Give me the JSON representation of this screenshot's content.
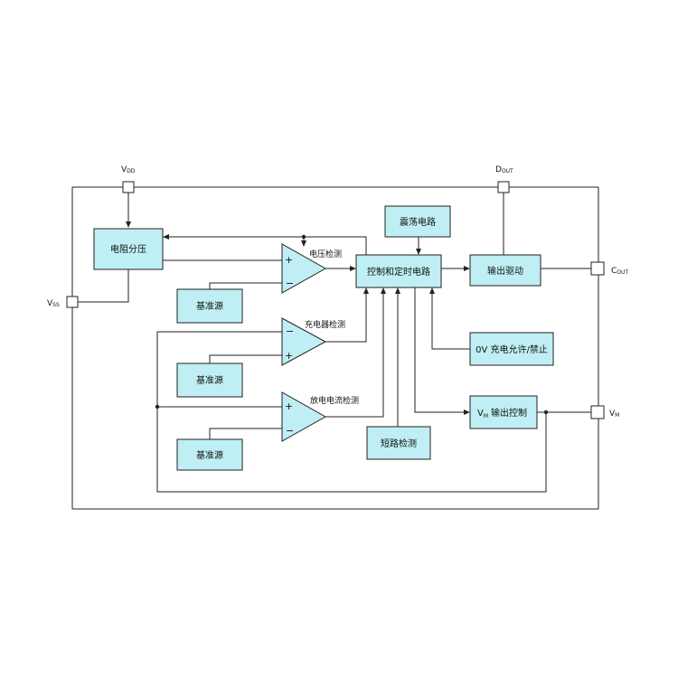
{
  "colors": {
    "block_fill": "#bfeff4",
    "line": "#222222"
  },
  "pins": {
    "vdd": {
      "main": "V",
      "sub": "DD"
    },
    "vss": {
      "main": "V",
      "sub": "SS"
    },
    "dout": {
      "main": "D",
      "sub": "OUT"
    },
    "cout": {
      "main": "C",
      "sub": "OUT"
    },
    "vm": {
      "main": "V",
      "sub": "M"
    }
  },
  "blocks": {
    "divider": "电阻分压",
    "oscillator": "震荡电路",
    "control_timer": "控制和定时电路",
    "output_driver": "输出驱动",
    "ref1": "基准源",
    "ref2": "基准源",
    "ref3": "基准源",
    "zero_v": "0V 充电允许/禁止",
    "vm_output_control": {
      "v": "V",
      "sub": "M",
      "text": "输出控制"
    },
    "short_detect": "短路检测"
  },
  "comparators": {
    "voltage_detect": {
      "label": "电压检测",
      "top_sign": "+",
      "bottom_sign": "−"
    },
    "charger_detect": {
      "label": "充电器检测",
      "top_sign": "−",
      "bottom_sign": "+"
    },
    "discharge_current_detect": {
      "label": "放电电流检测",
      "top_sign": "+",
      "bottom_sign": "−"
    }
  }
}
